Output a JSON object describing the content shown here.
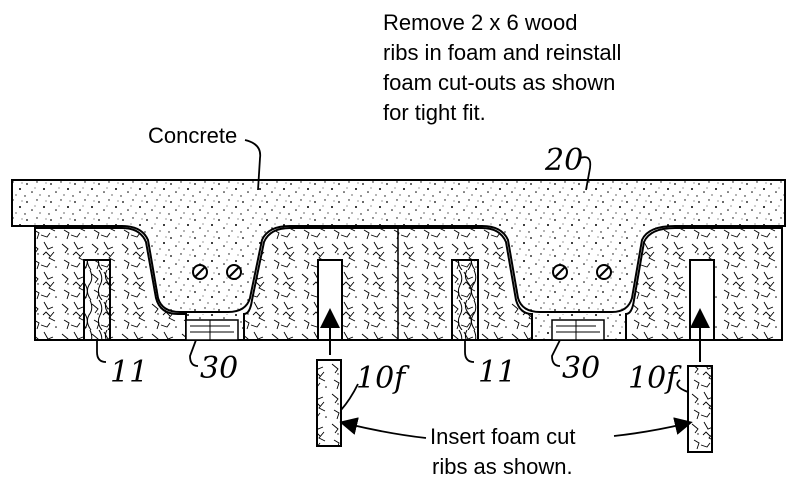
{
  "annotations": {
    "instruction": [
      "Remove 2 x 6 wood",
      "ribs in foam and reinstall",
      "foam cut-outs as shown",
      "for tight fit."
    ],
    "concrete_label": "Concrete",
    "insert_note": [
      "Insert foam cut",
      "ribs as shown."
    ]
  },
  "reference_numbers": {
    "slab": "20",
    "wood_rib_left": "11",
    "wood_rib_right": "11",
    "plate_left": "30",
    "plate_right": "30",
    "foam_rib_left": "10f",
    "foam_rib_right": "10f"
  },
  "colors": {
    "ink": "#000000",
    "paper": "#ffffff"
  }
}
